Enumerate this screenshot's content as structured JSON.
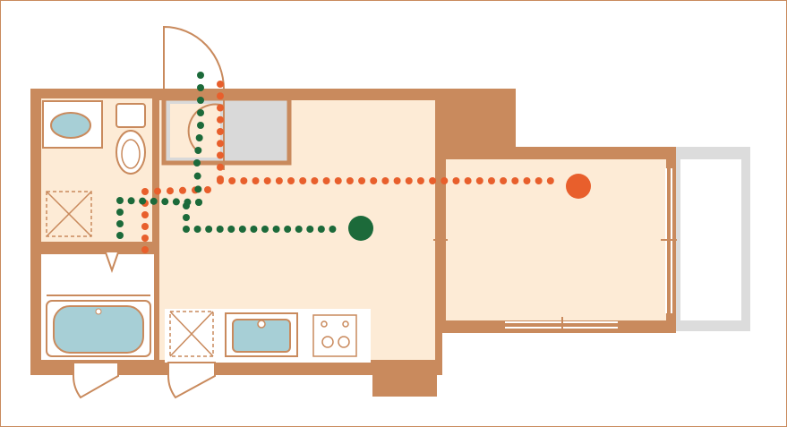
{
  "colors": {
    "wall": "#c98a5d",
    "floor": "#fdebd6",
    "fixture_fill": "#a7cfd6",
    "closet_fill": "#d9d9d9",
    "balcony": "#dcdcdc",
    "route_orange": "#e85f2c",
    "route_green": "#1c6a3a",
    "frame": "#c98a5d"
  },
  "rooms": [
    {
      "name": "entrance"
    },
    {
      "name": "washroom"
    },
    {
      "name": "toilet"
    },
    {
      "name": "bathroom"
    },
    {
      "name": "kitchen"
    },
    {
      "name": "corridor"
    },
    {
      "name": "western-room"
    },
    {
      "name": "balcony"
    }
  ],
  "fixtures": {
    "sink": "wash-basin-icon",
    "toilet": "toilet-icon",
    "bathtub": "bathtub-icon",
    "kitchen_sink": "kitchen-sink-icon",
    "stove": "stove-icon",
    "washer": "washing-machine-space-icon",
    "fridge": "refrigerator-space-icon"
  },
  "routes": [
    {
      "name": "orange-route",
      "color": "#e85f2c",
      "end_marker": "orange-destination-dot"
    },
    {
      "name": "green-route",
      "color": "#1c6a3a",
      "end_marker": "green-destination-dot"
    }
  ]
}
